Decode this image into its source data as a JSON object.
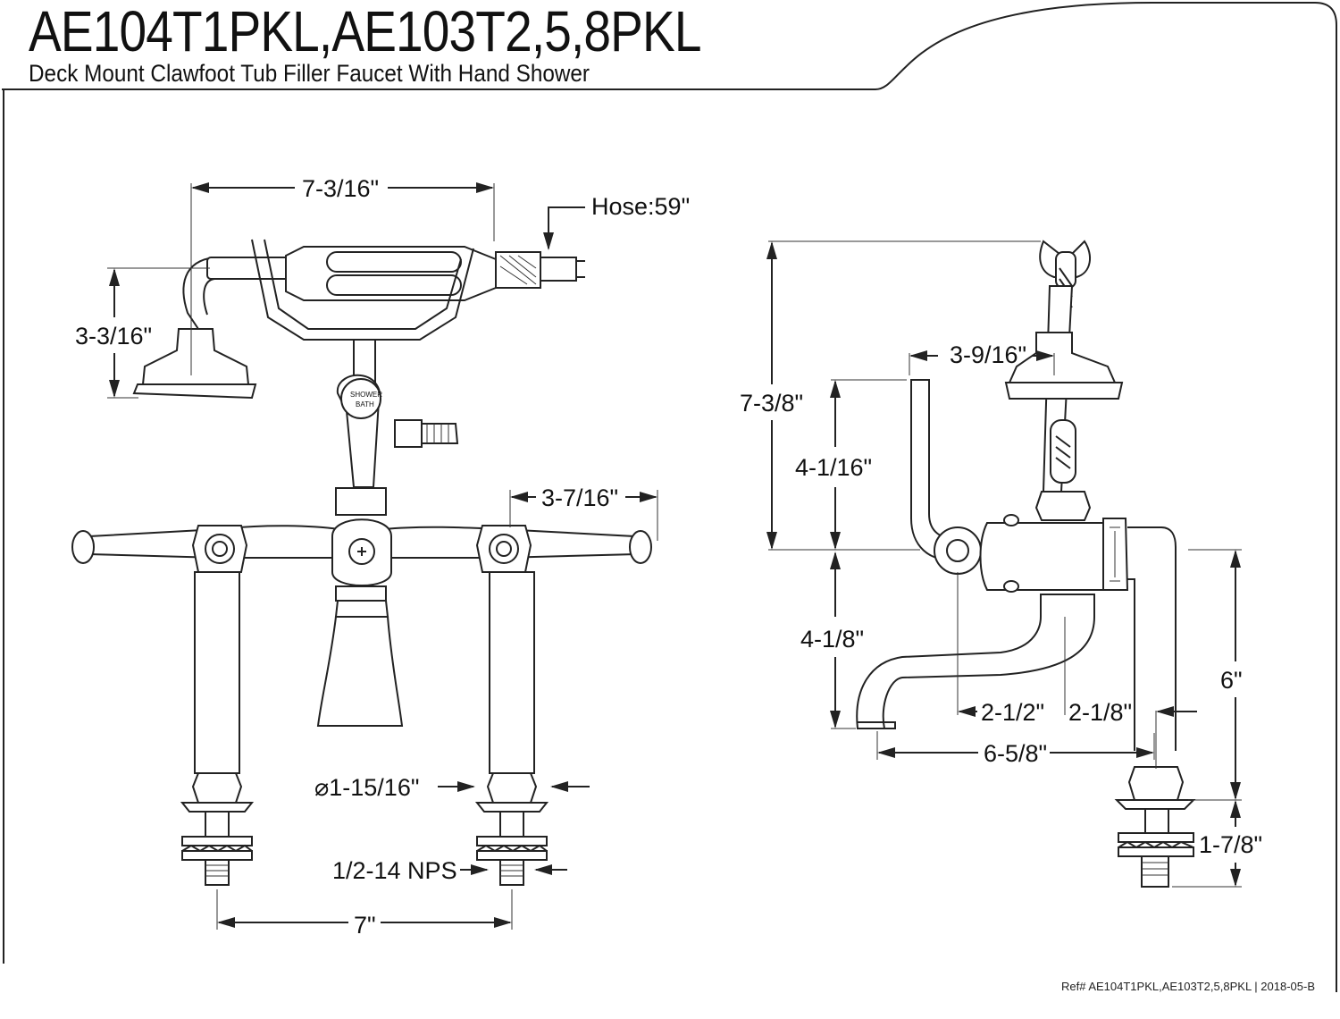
{
  "title": "AE104T1PKL,AE103T2,5,8PKL",
  "subtitle": "Deck Mount Clawfoot Tub Filler Faucet With Hand Shower",
  "reference": "Ref# AE104T1PKL,AE103T2,5,8PKL | 2018-05-B",
  "front_view": {
    "shower_width": "7-3/16\"",
    "hose": "Hose:59\"",
    "shower_height": "3-3/16\"",
    "handle_reach": "3-7/16\"",
    "diverter_label_top": "SHOWER",
    "diverter_label_bottom": "BATH",
    "flange_diameter": "⌀1-15/16\"",
    "thread": "1/2-14 NPS",
    "center_spacing": "7\""
  },
  "side_view": {
    "overall_height": "7-3/8\"",
    "crossover_offset": "3-9/16\"",
    "crossover_height": "4-1/16\"",
    "spout_drop": "4-1/8\"",
    "riser_height": "6\"",
    "spout_offset": "2-1/2\"",
    "riser_offset": "2-1/8\"",
    "spout_reach": "6-5/8\"",
    "shank_length": "1-7/8\""
  }
}
